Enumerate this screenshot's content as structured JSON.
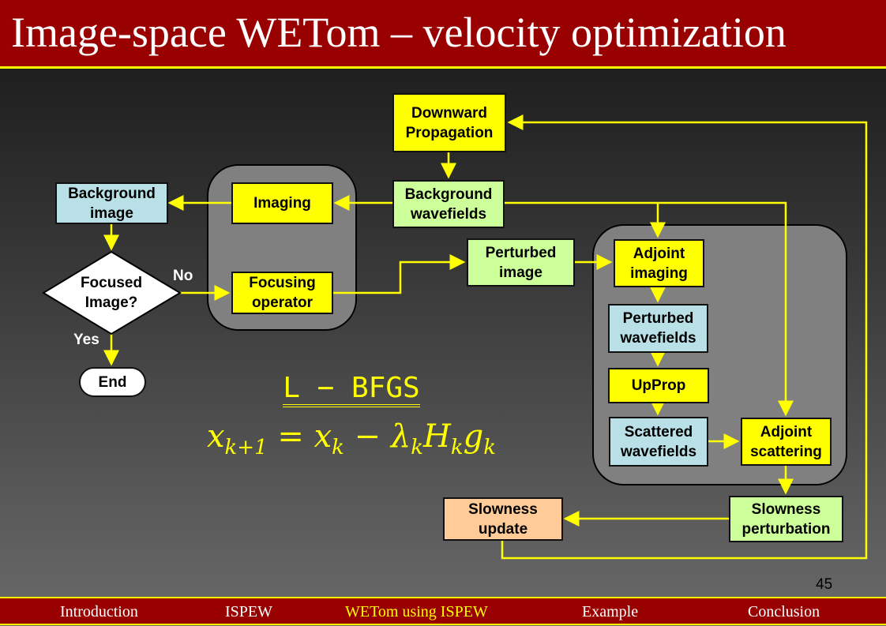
{
  "title": "Image-space WETom – velocity optimization",
  "boxes": {
    "downward": "Downward Propagation",
    "bg_wavefields": "Background wavefields",
    "imaging": "Imaging",
    "bg_image": "Background image",
    "focused": "Focused Image?",
    "focusing": "Focusing operator",
    "end": "End",
    "perturbed_image": "Perturbed image",
    "adjoint_imaging": "Adjoint imaging",
    "perturbed_wavefields": "Perturbed wavefields",
    "upprop": "UpProp",
    "scattered": "Scattered wavefields",
    "adjoint_scattering": "Adjoint scattering",
    "slowness_perturbation": "Slowness perturbation",
    "slowness_update": "Slowness update"
  },
  "labels": {
    "no": "No",
    "yes": "Yes"
  },
  "formula": {
    "heading": "L − BFGS",
    "equation_parts": [
      "x",
      "k+1",
      " = x",
      "k",
      " − λ",
      "k",
      "H",
      "k",
      "g",
      "k"
    ]
  },
  "page_number": "45",
  "footer": {
    "items": [
      "Introduction",
      "ISPEW",
      "WETom using ISPEW",
      "Example",
      "Conclusion"
    ],
    "active": "WETom using ISPEW"
  },
  "colors": {
    "title_bar": "#990000",
    "accent": "#ffff00",
    "green_box": "#ccff99",
    "blue_box": "#b8e0e6",
    "orange_box": "#ffcc99"
  }
}
